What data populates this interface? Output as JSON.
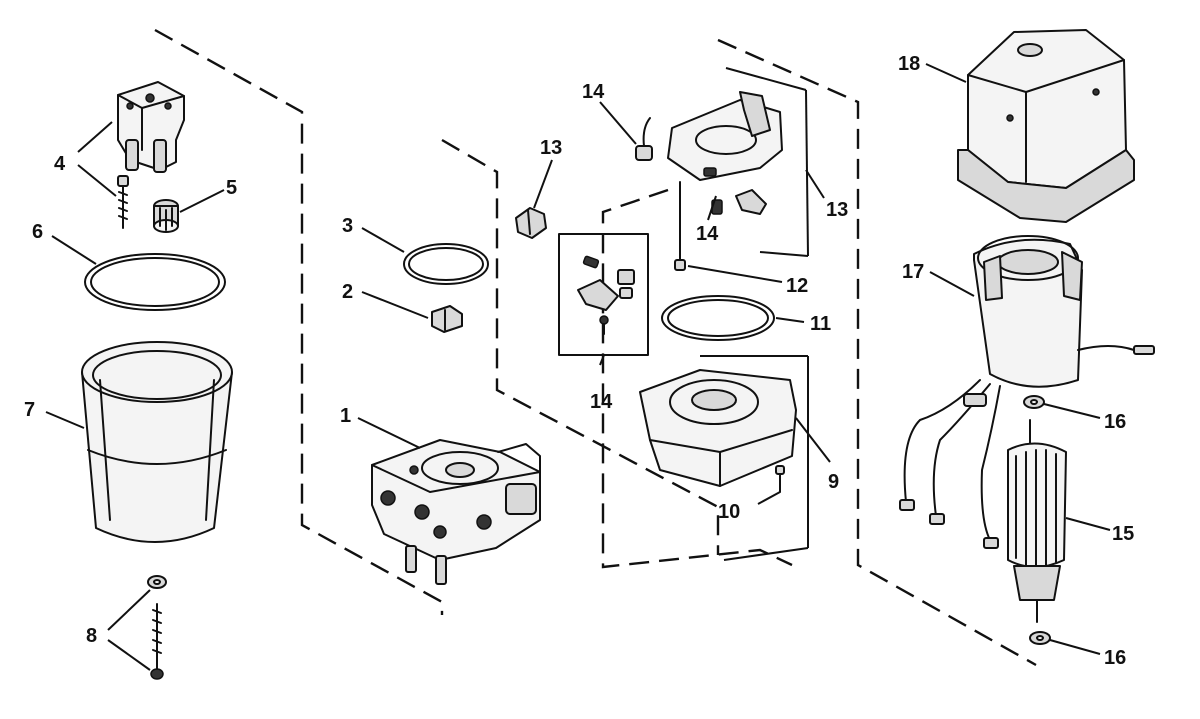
{
  "callouts": {
    "c1": "1",
    "c2": "2",
    "c3": "3",
    "c4": "4",
    "c5": "5",
    "c6": "6",
    "c7": "7",
    "c8": "8",
    "c9": "9",
    "c10": "10",
    "c11": "11",
    "c12": "12",
    "c13a": "13",
    "c13b": "13",
    "c14a": "14",
    "c14b": "14",
    "c14c": "14",
    "c15": "15",
    "c16a": "16",
    "c16b": "16",
    "c17": "17",
    "c18": "18"
  }
}
